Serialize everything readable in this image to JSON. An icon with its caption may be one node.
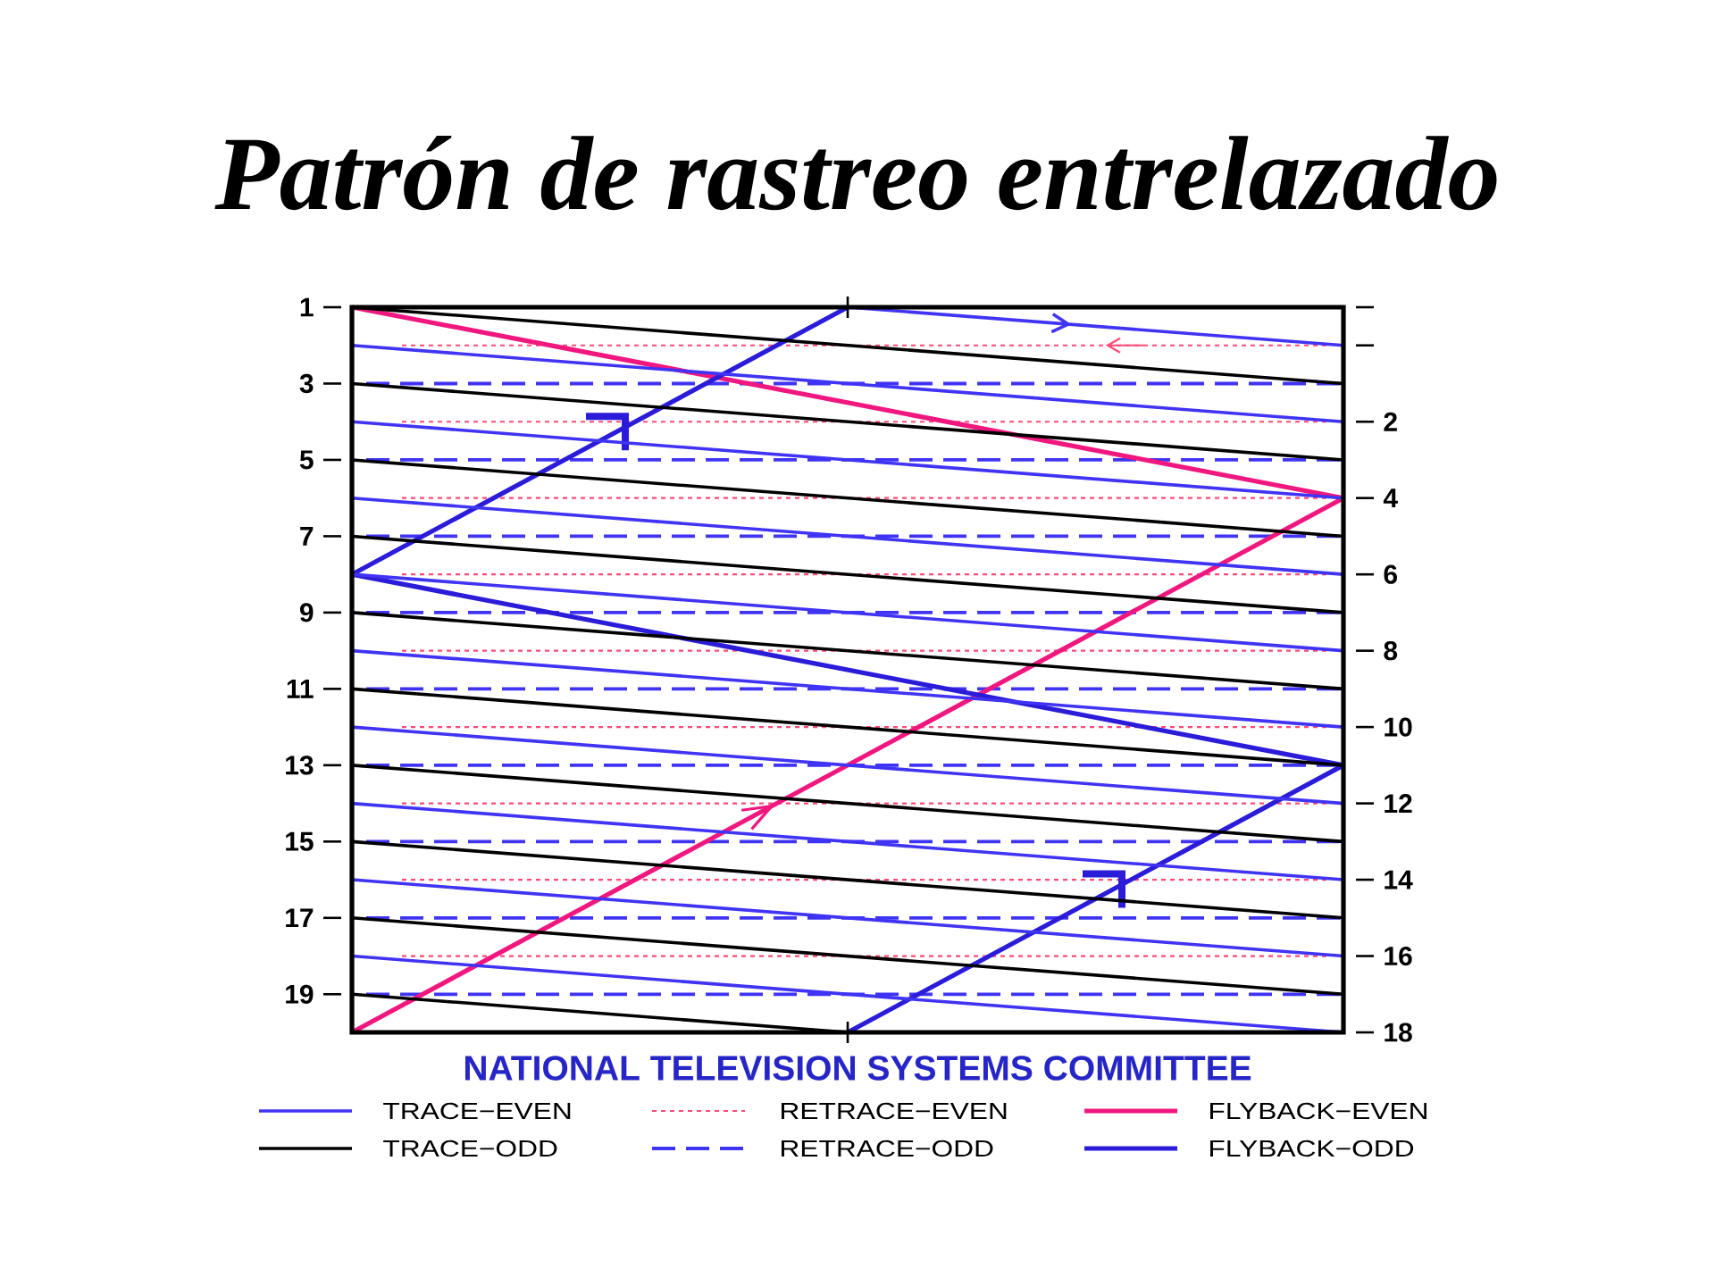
{
  "diagram": {
    "title": "Patrón de rastreo entrelazado",
    "labels": [
      "1",
      "3",
      "5",
      "7",
      "9",
      "11",
      "13",
      "15",
      "17",
      "19",
      "2",
      "4",
      "6",
      "8",
      "10",
      "12",
      "14",
      "16",
      "18",
      "NATIONAL TELEVISION SYSTEMS COMMITTEE"
    ],
    "legend": [
      {
        "text": "TRACE−EVEN"
      },
      {
        "text": "RETRACE−EVEN"
      },
      {
        "text": "FLYBACK−EVEN"
      },
      {
        "text": "TRACE−ODD"
      },
      {
        "text": "RETRACE−ODD"
      },
      {
        "text": "FLYBACK−ODD"
      }
    ]
  }
}
